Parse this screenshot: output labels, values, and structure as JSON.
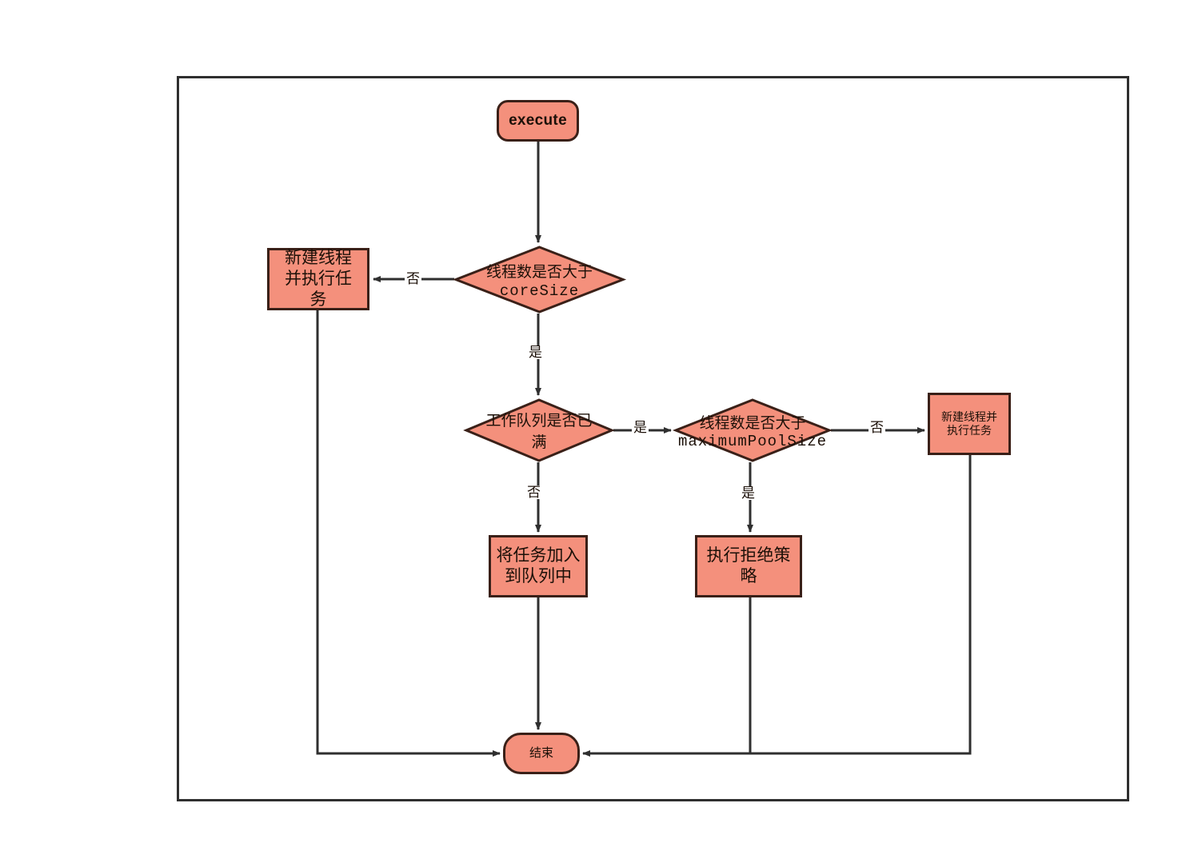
{
  "diagram": {
    "type": "flowchart",
    "title_text": "",
    "colors": {
      "node_fill": "#f4907c",
      "node_border": "#3a2018",
      "edge": "#2f2f2f",
      "frame_border": "#2f2f2f",
      "background": "#ffffff",
      "text": "#1c1008"
    },
    "frame": {
      "visible": true
    },
    "nodes": [
      {
        "id": "execute",
        "shape": "stadium",
        "label": "execute",
        "bold": true
      },
      {
        "id": "coresize_decision",
        "shape": "diamond",
        "line1": "线程数是否大于",
        "line2": "coreSize",
        "line2_mono": true
      },
      {
        "id": "new_thread_left",
        "shape": "rect",
        "label": "新建线程\n并执行任\n务"
      },
      {
        "id": "queue_full_decision",
        "shape": "diamond",
        "line1": "工作队列是否已",
        "line2": "满"
      },
      {
        "id": "maxpool_decision",
        "shape": "diamond",
        "line1": "线程数是否大于",
        "line2": "maximumPoolSize",
        "line2_mono": true
      },
      {
        "id": "new_thread_right",
        "shape": "rect",
        "label": "新建线程并\n执行任务"
      },
      {
        "id": "enqueue_task",
        "shape": "rect",
        "label": "将任务加入\n到队列中"
      },
      {
        "id": "reject_policy",
        "shape": "rect",
        "label": "执行拒绝策\n略"
      },
      {
        "id": "end",
        "shape": "stadium",
        "label": "结束"
      }
    ],
    "edges": [
      {
        "from": "execute",
        "to": "coresize_decision",
        "label": ""
      },
      {
        "from": "coresize_decision",
        "to": "new_thread_left",
        "label": "否"
      },
      {
        "from": "coresize_decision",
        "to": "queue_full_decision",
        "label": "是"
      },
      {
        "from": "queue_full_decision",
        "to": "maxpool_decision",
        "label": "是"
      },
      {
        "from": "queue_full_decision",
        "to": "enqueue_task",
        "label": "否"
      },
      {
        "from": "maxpool_decision",
        "to": "new_thread_right",
        "label": "否"
      },
      {
        "from": "maxpool_decision",
        "to": "reject_policy",
        "label": "是"
      },
      {
        "from": "new_thread_left",
        "to": "end",
        "label": ""
      },
      {
        "from": "enqueue_task",
        "to": "end",
        "label": ""
      },
      {
        "from": "reject_policy",
        "to": "end",
        "label": ""
      },
      {
        "from": "new_thread_right",
        "to": "end",
        "label": ""
      }
    ]
  }
}
